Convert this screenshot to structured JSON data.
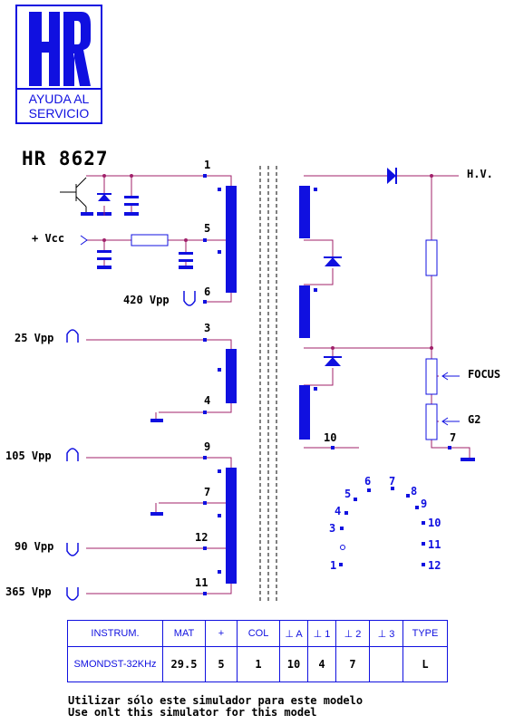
{
  "logo": {
    "letters": "HR",
    "line1": "AYUDA AL",
    "line2": "SERVICIO"
  },
  "model": "HR 8627",
  "labels": {
    "vcc": "+ Vcc",
    "vpp420": "420 Vpp",
    "vpp25": "25 Vpp",
    "vpp105": "105 Vpp",
    "vpp90": "90 Vpp",
    "vpp365": "365 Vpp",
    "hv": "H.V.",
    "focus": "FOCUS",
    "g2": "G2"
  },
  "primary_pins": [
    "1",
    "5",
    "6",
    "3",
    "4",
    "9",
    "7",
    "12",
    "11"
  ],
  "secondary_pins": {
    "p10": "10",
    "p7": "7"
  },
  "socket_pins": [
    "1",
    "3",
    "4",
    "5",
    "6",
    "7",
    "8",
    "9",
    "10",
    "11",
    "12"
  ],
  "table": {
    "headers": [
      "INSTRUM.",
      "MAT",
      "+",
      "COL",
      "⊥ A",
      "⊥ 1",
      "⊥ 2",
      "⊥ 3",
      "TYPE"
    ],
    "values": [
      "SMONDST-32KHz",
      "29.5",
      "5",
      "1",
      "10",
      "4",
      "7",
      "",
      "L"
    ]
  },
  "notes": {
    "line1": "Utilizar sólo este simulador para este modelo",
    "line2": "Use onlt this simulator for this model"
  },
  "colors": {
    "blue": "#1010e0",
    "wire": "#a0206a",
    "text": "#000000"
  }
}
